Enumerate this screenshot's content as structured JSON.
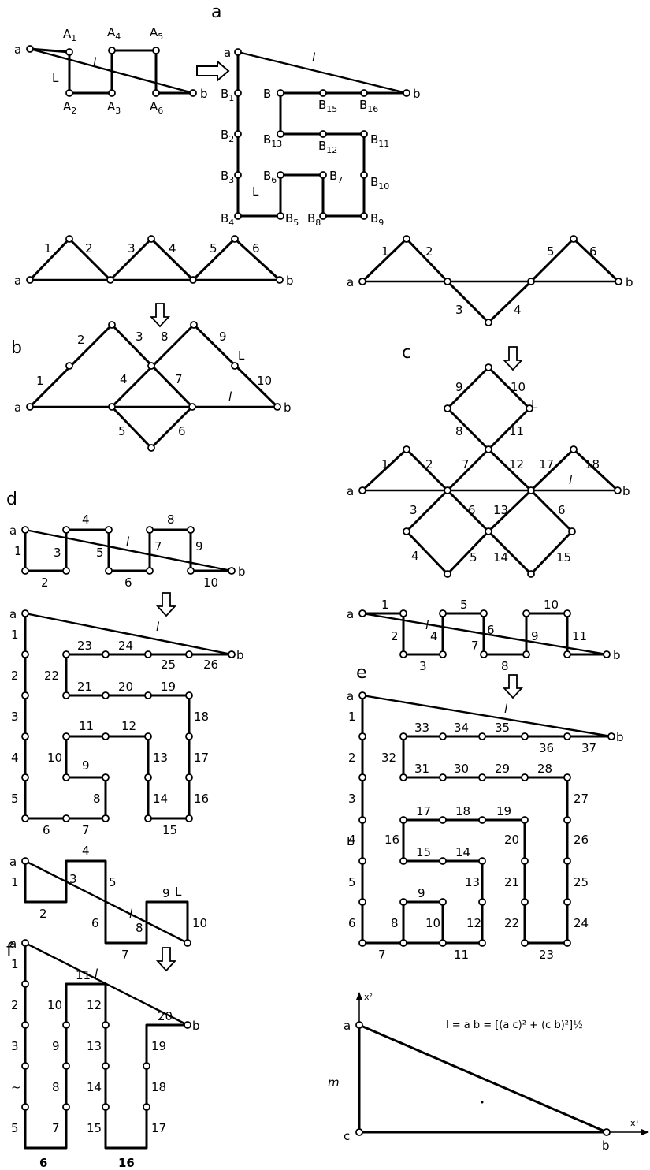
{
  "panels": {
    "a": "a",
    "b": "b",
    "c": "c",
    "d": "d",
    "e": "e",
    "f": "f"
  },
  "points": {
    "a": "a",
    "b": "b",
    "c": "c",
    "L": "L",
    "l": "l"
  },
  "panel_a": {
    "left_labels": [
      "A",
      "A",
      "A",
      "A",
      "A",
      "A"
    ],
    "left_subs": [
      "1",
      "2",
      "3",
      "4",
      "5",
      "6"
    ],
    "right_labels": [
      "B",
      "B",
      "B",
      "B",
      "B",
      "B",
      "B",
      "B",
      "B",
      "B",
      "B",
      "B",
      "B",
      "B",
      "B",
      "B"
    ],
    "right_subs": [
      "1",
      "2",
      "3",
      "4",
      "5",
      "6",
      "7",
      "8",
      "9",
      "10",
      "11",
      "12",
      "13",
      "",
      "15",
      "16"
    ]
  },
  "panel_b": {
    "top_labels": [
      "1",
      "2",
      "3",
      "4",
      "5",
      "6"
    ],
    "bottom_labels": [
      "1",
      "2",
      "3",
      "8",
      "9",
      "10",
      "4",
      "7",
      "5",
      "6"
    ]
  },
  "panel_c": {
    "top_labels": [
      "1",
      "2",
      "3",
      "4",
      "5",
      "6"
    ],
    "bottom_labels": [
      "9",
      "10",
      "8",
      "11",
      "1",
      "2",
      "7",
      "12",
      "17",
      "18",
      "3",
      "6",
      "13",
      "6",
      "4",
      "5",
      "14",
      "15"
    ]
  },
  "panel_d": {
    "top_labels": [
      "1",
      "2",
      "3",
      "4",
      "5",
      "6",
      "7",
      "8",
      "9",
      "10"
    ],
    "bottom_labels": [
      "1",
      "2",
      "3",
      "4",
      "5",
      "6",
      "7",
      "8",
      "9",
      "10",
      "11",
      "12",
      "13",
      "14",
      "15",
      "16",
      "17",
      "18",
      "19",
      "20",
      "21",
      "22",
      "23",
      "24",
      "25",
      "26"
    ]
  },
  "panel_e": {
    "top_labels": [
      "1",
      "2",
      "3",
      "4",
      "5",
      "6",
      "7",
      "8",
      "9",
      "10",
      "11"
    ],
    "bottom_labels": [
      "1",
      "2",
      "3",
      "4",
      "5",
      "6",
      "7",
      "8",
      "9",
      "10",
      "11",
      "12",
      "13",
      "14",
      "15",
      "16",
      "17",
      "18",
      "19",
      "20",
      "21",
      "22",
      "23",
      "24",
      "25",
      "26",
      "27",
      "28",
      "29",
      "30",
      "31",
      "32",
      "33",
      "34",
      "35",
      "36",
      "37"
    ]
  },
  "panel_f": {
    "top_labels": [
      "1",
      "2",
      "3",
      "4",
      "5",
      "6",
      "7",
      "8",
      "9",
      "10"
    ],
    "bottom_labels": [
      "1",
      "2",
      "3",
      "~",
      "5",
      "6",
      "7",
      "8",
      "9",
      "10",
      "11",
      "12",
      "13",
      "14",
      "15",
      "16",
      "17",
      "18",
      "19",
      "20"
    ]
  },
  "bottom_right": {
    "formula": "l = a b = [(a c)² + (c b)²]½",
    "axis_x": "x¹",
    "axis_y": "x²",
    "side_label": "m"
  }
}
